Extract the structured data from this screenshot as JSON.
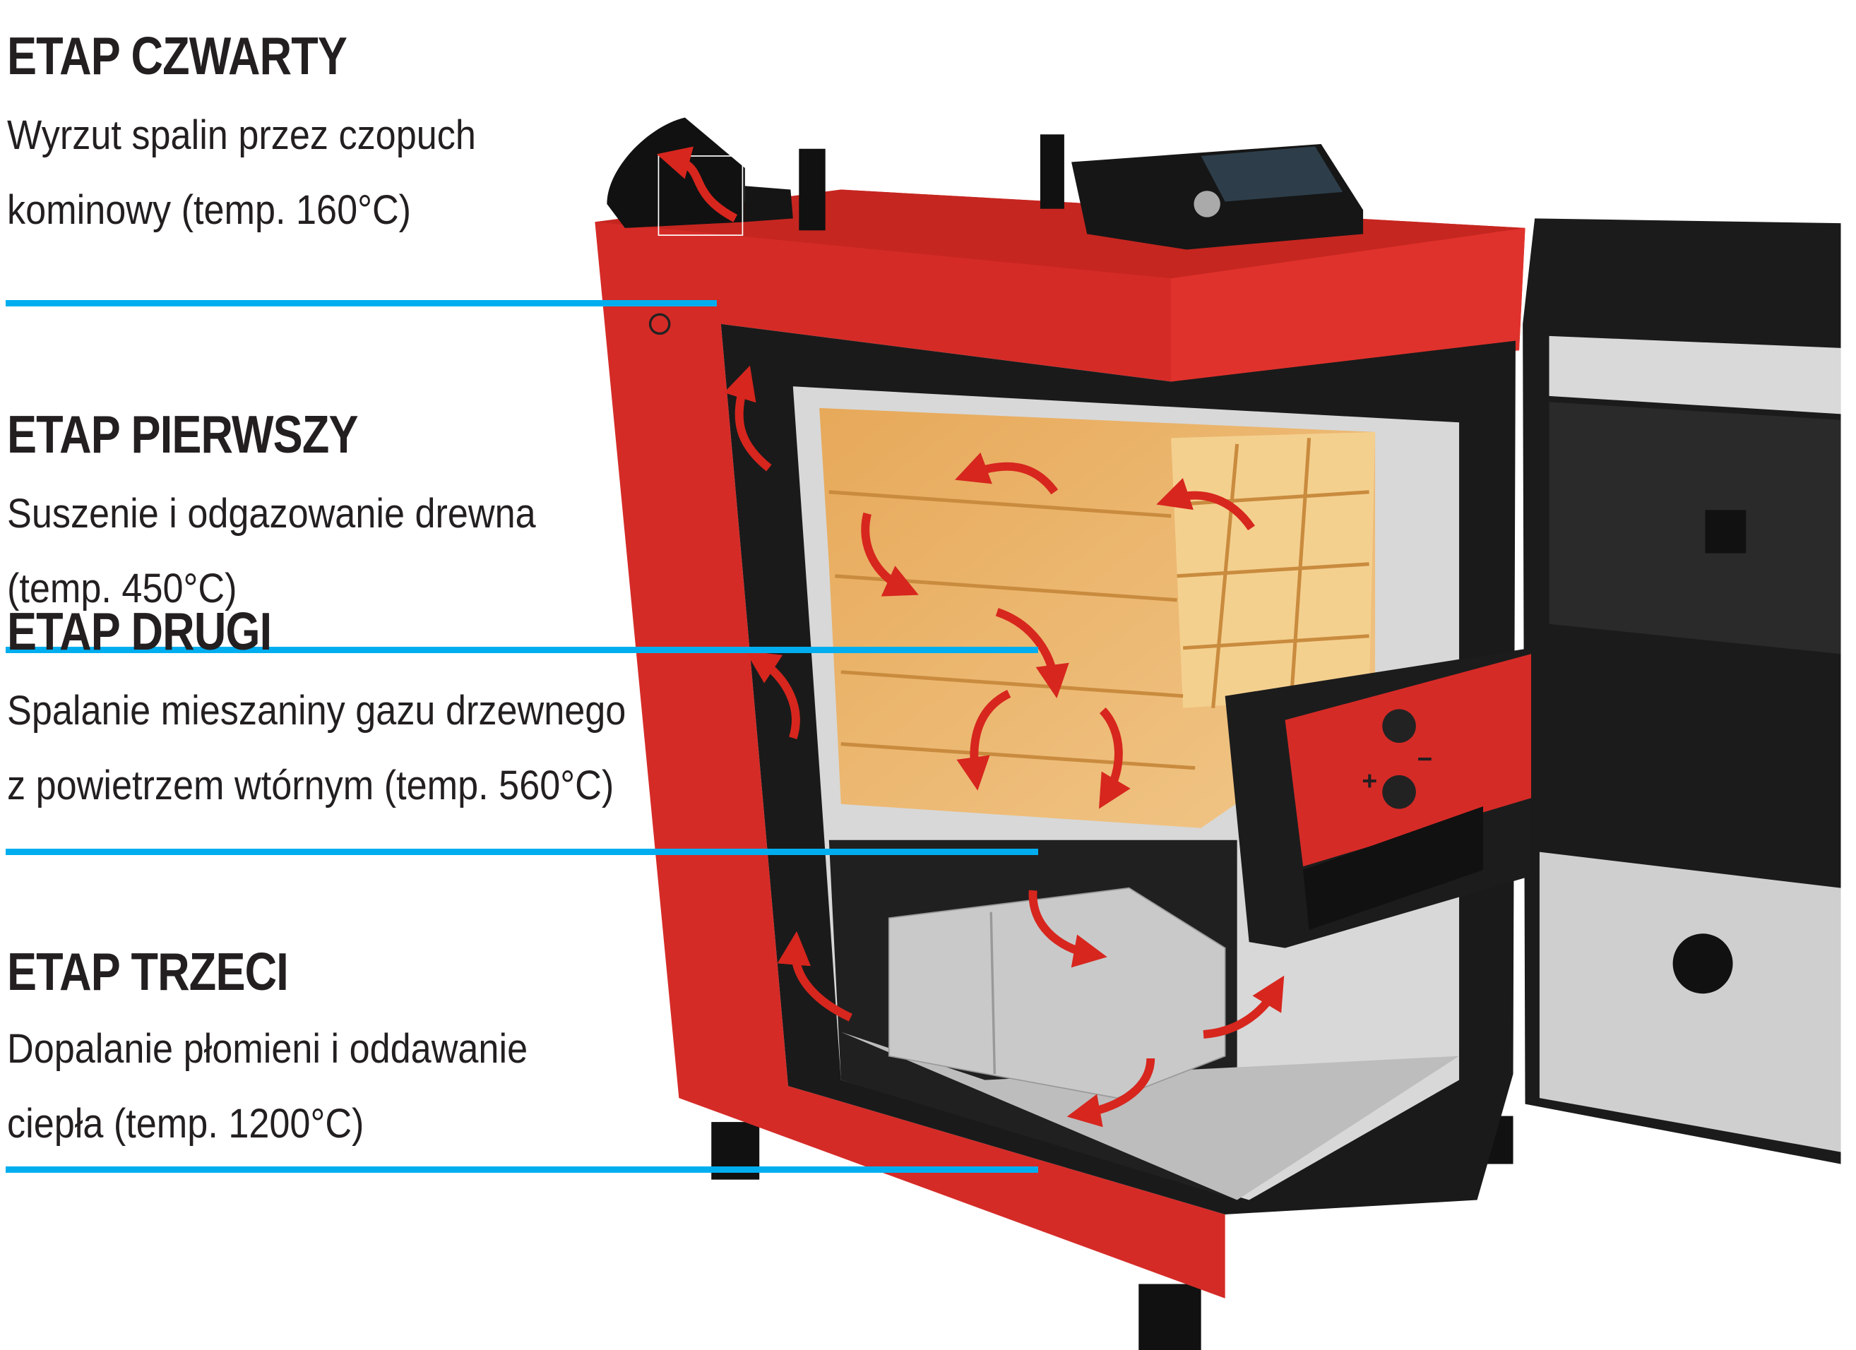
{
  "stages": [
    {
      "heading": "ETAP CZWARTY",
      "line1": "Wyrzut spalin przez czopuch",
      "line2": "kominowy (temp. 160°C)"
    },
    {
      "heading": "ETAP PIERWSZY",
      "line1": "Suszenie i odgazowanie drewna",
      "line2": "(temp. 450°C)"
    },
    {
      "heading": "ETAP DRUGI",
      "line1": "Spalanie mieszaniny gazu drzewnego",
      "line2": "z powietrzem wtórnym (temp. 560°C)"
    },
    {
      "heading": "ETAP TRZECI",
      "line1": "Dopalanie płomieni i oddawanie",
      "line2": "ciepła (temp. 1200°C)"
    }
  ],
  "door_controls": {
    "plus": "+",
    "minus": "−"
  },
  "colors": {
    "rule": "#00aeef",
    "boiler_red": "#d52b27",
    "arrow_red": "#d7261e",
    "wood": "#e9b46a",
    "brick": "#c9c9c9"
  }
}
